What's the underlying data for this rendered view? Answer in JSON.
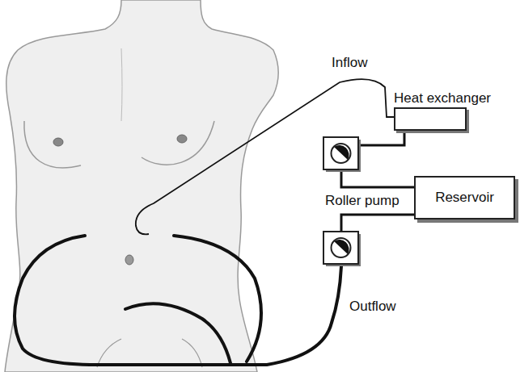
{
  "diagram": {
    "nodes": [
      {
        "text": [
          "Heat exchanger"
        ]
      },
      {
        "text": [
          "Reservoir"
        ]
      }
    ],
    "edges": [
      {
        "from": 1,
        "to": 0,
        "arrow": "none"
      }
    ],
    "labels": [
      "Inflow",
      "Roller pump",
      "Outflow"
    ]
  }
}
